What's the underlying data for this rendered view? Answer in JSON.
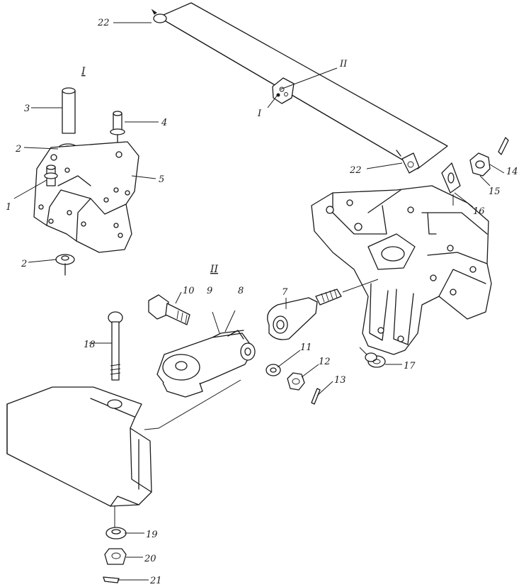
{
  "figure": {
    "part_numbers": [
      "1",
      "2",
      "3",
      "4",
      "5",
      "7",
      "8",
      "9",
      "10",
      "11",
      "12",
      "13",
      "14",
      "15",
      "16",
      "17",
      "18",
      "19",
      "20",
      "21",
      "22"
    ],
    "labels": {
      "p1": "1",
      "p2a": "2",
      "p2b": "2",
      "p3": "3",
      "p4": "4",
      "p5": "5",
      "p7": "7",
      "p8": "8",
      "p9": "9",
      "p10": "10",
      "p11": "11",
      "p12": "12",
      "p13": "13",
      "p14": "14",
      "p15": "15",
      "p16": "16",
      "p17": "17",
      "p18": "18",
      "p19": "19",
      "p20": "20",
      "p21": "21",
      "p22a": "22",
      "p22b": "22"
    },
    "views": {
      "detail_I_header": "I",
      "detail_II_header": "II",
      "blade_I": "I",
      "blade_II": "II"
    }
  }
}
